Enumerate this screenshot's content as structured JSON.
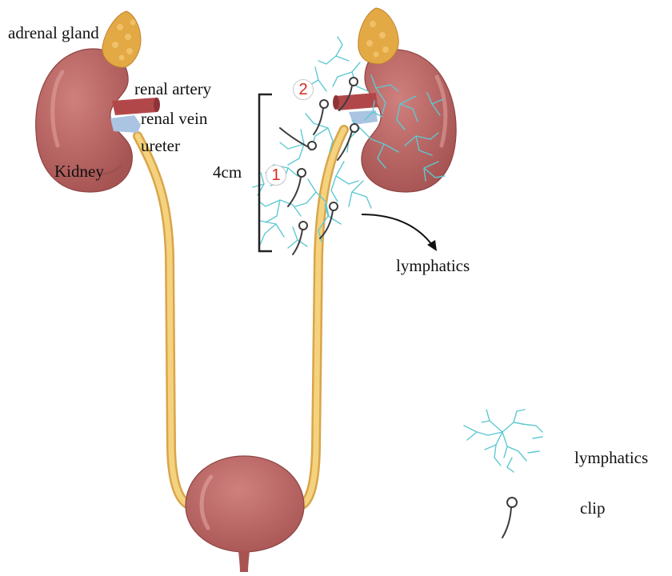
{
  "labels": {
    "adrenal_gland": "adrenal gland",
    "renal_artery": "renal artery",
    "renal_vein": "renal vein",
    "ureter": "ureter",
    "kidney": "Kidney",
    "span": "4cm",
    "lymphatics": "lymphatics",
    "marker_1": "1",
    "marker_2": "2"
  },
  "legend": {
    "lymphatics": "lymphatics",
    "clip": "clip"
  },
  "colors": {
    "kidney": "#b8615f",
    "kidney_dark": "#9a4a49",
    "bladder": "#ba6462",
    "adrenal": "#e3a944",
    "ureter": "#f2c766",
    "artery": "#b2474a",
    "vein": "#aac4e2",
    "lymphatic": "#5fc9d2",
    "clip": "#3d3d3d",
    "marker": "#d8281e"
  }
}
